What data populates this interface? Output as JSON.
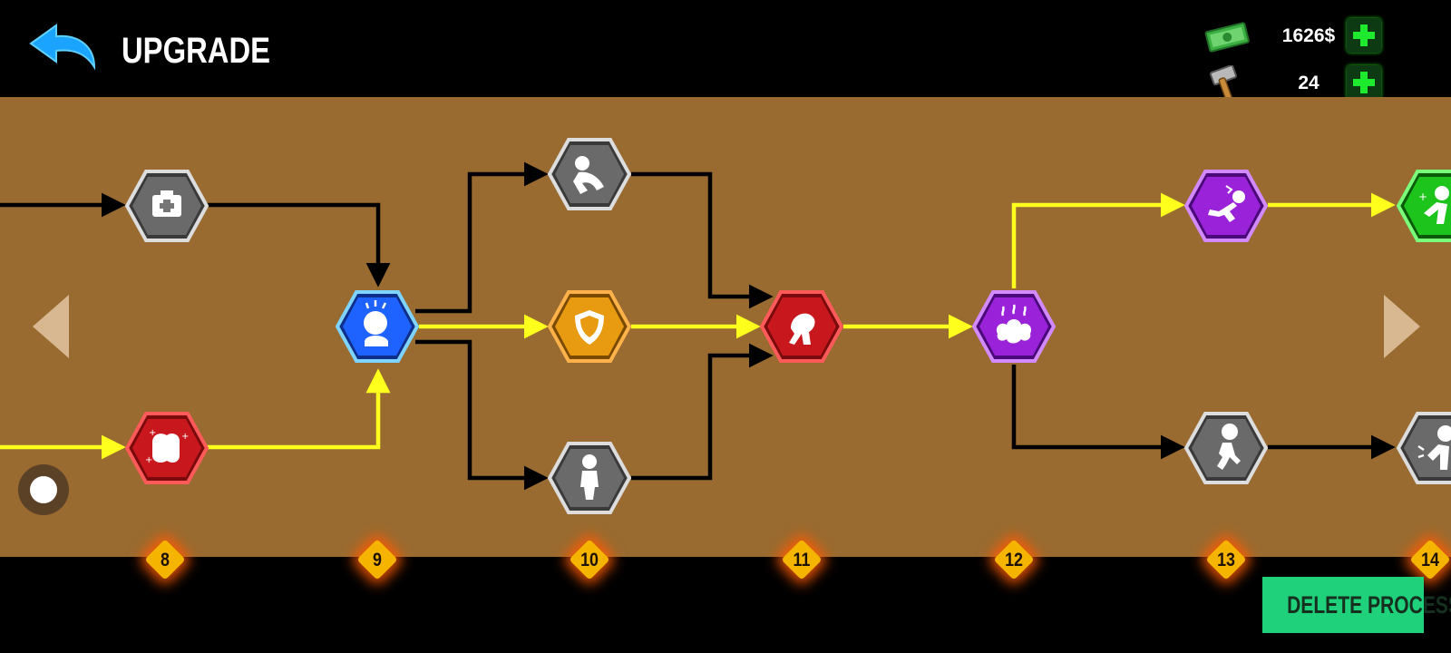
{
  "header": {
    "title": "UPGRADE",
    "back_icon": "back-arrow-icon"
  },
  "resources": {
    "money": {
      "icon": "cash-icon",
      "value": "1626$"
    },
    "hammers": {
      "icon": "hammer-icon",
      "value": "24"
    }
  },
  "skill_tree": {
    "nodes": [
      {
        "id": "medkit",
        "icon": "medkit-icon",
        "state": "locked",
        "color": "#8a8a8a"
      },
      {
        "id": "fist-power",
        "icon": "fist-icon",
        "state": "unlocked",
        "color": "#c8181e"
      },
      {
        "id": "head-hit",
        "icon": "head-hit-icon",
        "state": "selected",
        "color": "#1e63ff"
      },
      {
        "id": "tumble",
        "icon": "tumble-icon",
        "state": "locked",
        "color": "#8a8a8a"
      },
      {
        "id": "shield",
        "icon": "shield-icon",
        "state": "unlocked",
        "color": "#e89a10"
      },
      {
        "id": "stand",
        "icon": "standing-figure-icon",
        "state": "locked",
        "color": "#8a8a8a"
      },
      {
        "id": "crouch",
        "icon": "crouch-icon",
        "state": "unlocked",
        "color": "#c8181e"
      },
      {
        "id": "poison-cloud",
        "icon": "toxic-cloud-icon",
        "state": "unlocked",
        "color": "#9a22d8"
      },
      {
        "id": "fall",
        "icon": "falling-figure-icon",
        "state": "unlocked",
        "color": "#9a22d8"
      },
      {
        "id": "heal-burst",
        "icon": "heal-figure-icon",
        "state": "unlocked",
        "color": "#1cc41c"
      },
      {
        "id": "walk",
        "icon": "walking-figure-icon",
        "state": "locked",
        "color": "#8a8a8a"
      },
      {
        "id": "hurt",
        "icon": "hurt-figure-icon",
        "state": "locked",
        "color": "#8a8a8a"
      }
    ],
    "levels": [
      "8",
      "9",
      "10",
      "11",
      "12",
      "13",
      "14"
    ]
  },
  "buttons": {
    "delete_process": "DELETE PROCESS"
  },
  "colors": {
    "board": "#996b30",
    "active_path": "#ffff1e",
    "inactive_path": "#000000",
    "accent_green": "#1fd17a"
  }
}
